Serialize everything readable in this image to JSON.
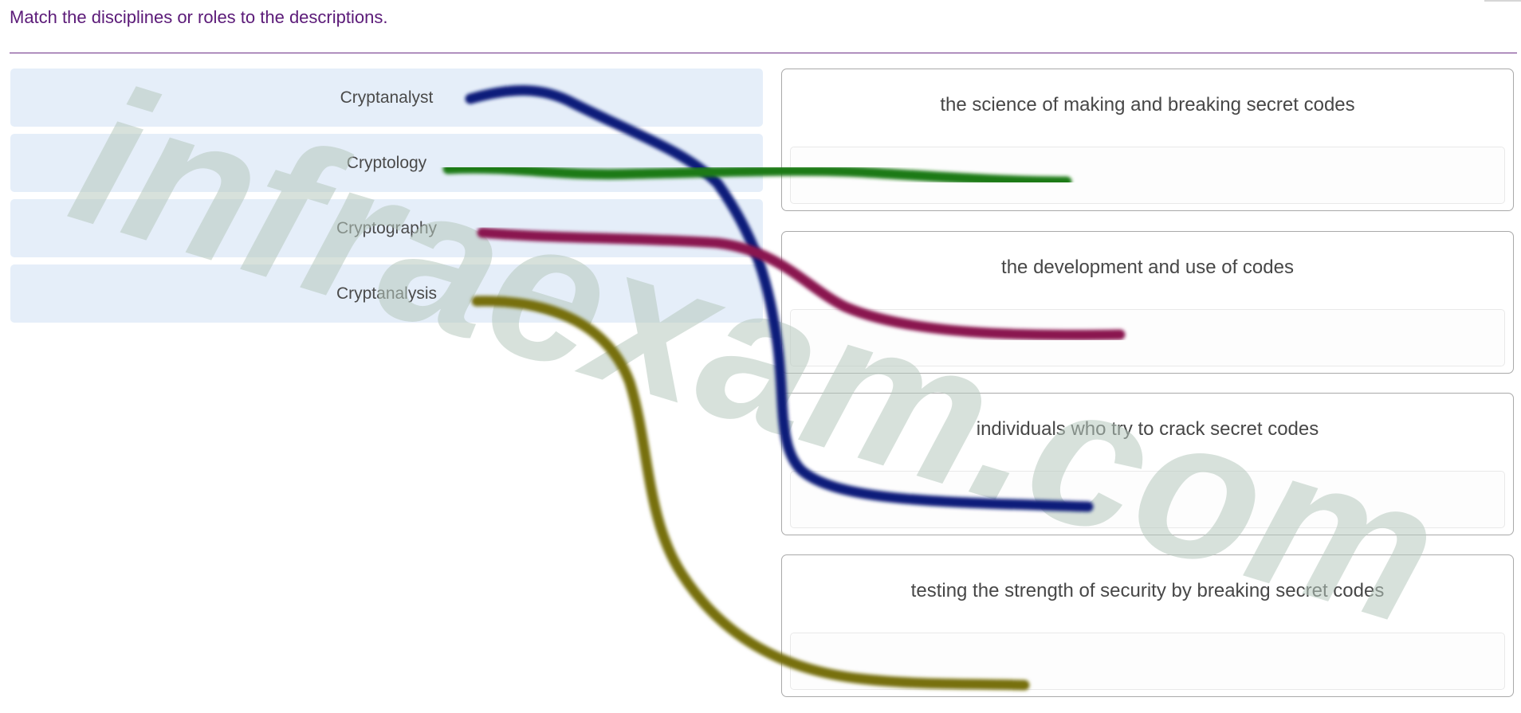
{
  "instruction": "Match the disciplines or roles to the descriptions.",
  "terms": [
    {
      "label": "Cryptanalyst"
    },
    {
      "label": "Cryptology"
    },
    {
      "label": "Cryptography"
    },
    {
      "label": "Cryptanalysis"
    }
  ],
  "descriptions": [
    {
      "text": "the science of making and breaking secret codes"
    },
    {
      "text": "the development and use of codes"
    },
    {
      "text": "individuals who try to crack secret codes"
    },
    {
      "text": "testing the strength of security by breaking secret codes"
    }
  ],
  "watermark": "infraexam.com",
  "colors": {
    "instruction": "#5b1a78",
    "term_bg": "#e5eef9",
    "stroke_cryptanalyst": "#101c7a",
    "stroke_cryptology": "#1d7a12",
    "stroke_cryptography": "#8a1550",
    "stroke_cryptanalysis": "#77700f",
    "watermark": "#b7c8bd"
  }
}
